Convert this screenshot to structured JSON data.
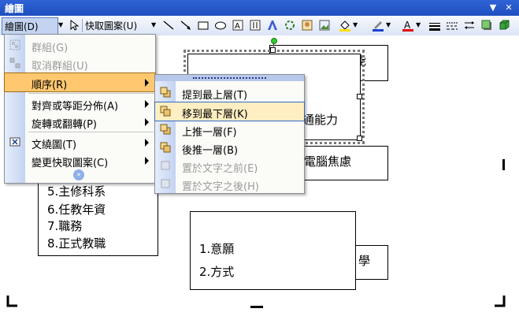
{
  "window": {
    "title": "繪圖"
  },
  "toolbar": {
    "draw_menu": "繪圖(D)",
    "autoshape_menu": "快取圖案(U)"
  },
  "draw_menu": {
    "items": [
      {
        "label": "群組(G)"
      },
      {
        "label": "取消群組(U)"
      },
      {
        "label": "順序(R)"
      },
      {
        "label": "對齊或等距分佈(A)"
      },
      {
        "label": "旋轉或翻轉(P)"
      },
      {
        "label": "文繞圖(T)"
      },
      {
        "label": "變更快取圖案(C)"
      }
    ]
  },
  "order_submenu": {
    "items": [
      {
        "label": "提到最上層(T)"
      },
      {
        "label": "移到最下層(K)"
      },
      {
        "label": "上推一層(F)"
      },
      {
        "label": "後推一層(B)"
      },
      {
        "label": "置於文字之前(E)"
      },
      {
        "label": "置於文字之後(H)"
      }
    ]
  },
  "canvas": {
    "box_top_right": "能",
    "box_selected_tail": "通能力",
    "box_anxiety_tail": "電腦焦慮",
    "box_learn_tail": "學",
    "left_list": [
      "5.主修科系",
      "6.任教年資",
      "7.職務",
      "8.正式教職"
    ],
    "center_list": [
      "1.意願",
      "2.方式"
    ]
  },
  "colors": {
    "accent": "#316ac5",
    "titlebar": "#2f63d6",
    "highlight": "#ffc870"
  }
}
